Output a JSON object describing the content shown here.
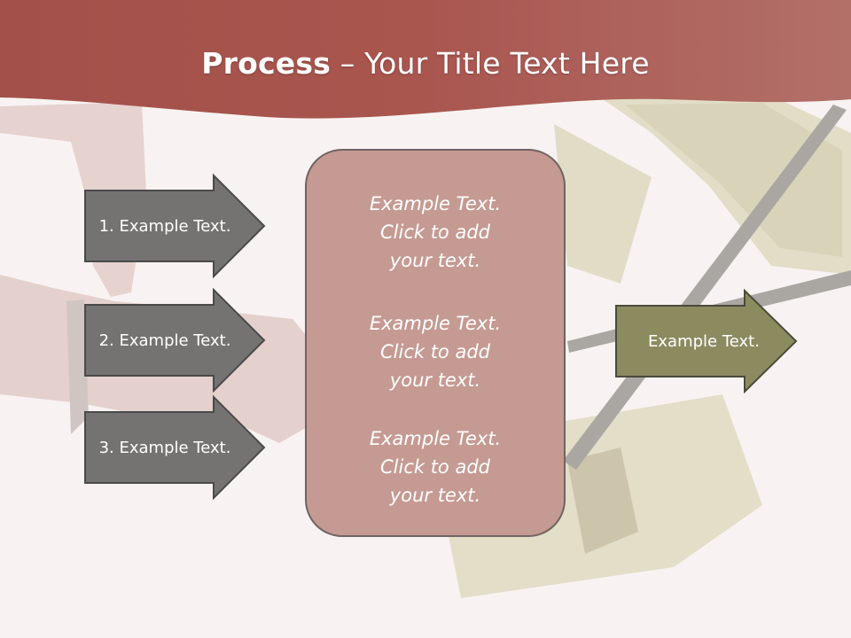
{
  "slide": {
    "title_strong": "Process",
    "title_rest": " – Your Title Text Here",
    "left_arrows": [
      {
        "label": "1. Example Text."
      },
      {
        "label": "2. Example Text."
      },
      {
        "label": "3. Example Text."
      }
    ],
    "center_box": {
      "paragraphs": [
        "Example Text.\nClick  to add\nyour text.",
        "Example Text.\nClick  to add\nyour text.",
        "Example Text.\nClick  to add\nyour text."
      ]
    },
    "right_arrow": {
      "label": "Example Text."
    }
  },
  "colors": {
    "header": "#a9554f",
    "left_arrow_fill": "#757272",
    "center_box_fill": "#c59a92",
    "right_arrow_fill": "#8c8b60"
  }
}
